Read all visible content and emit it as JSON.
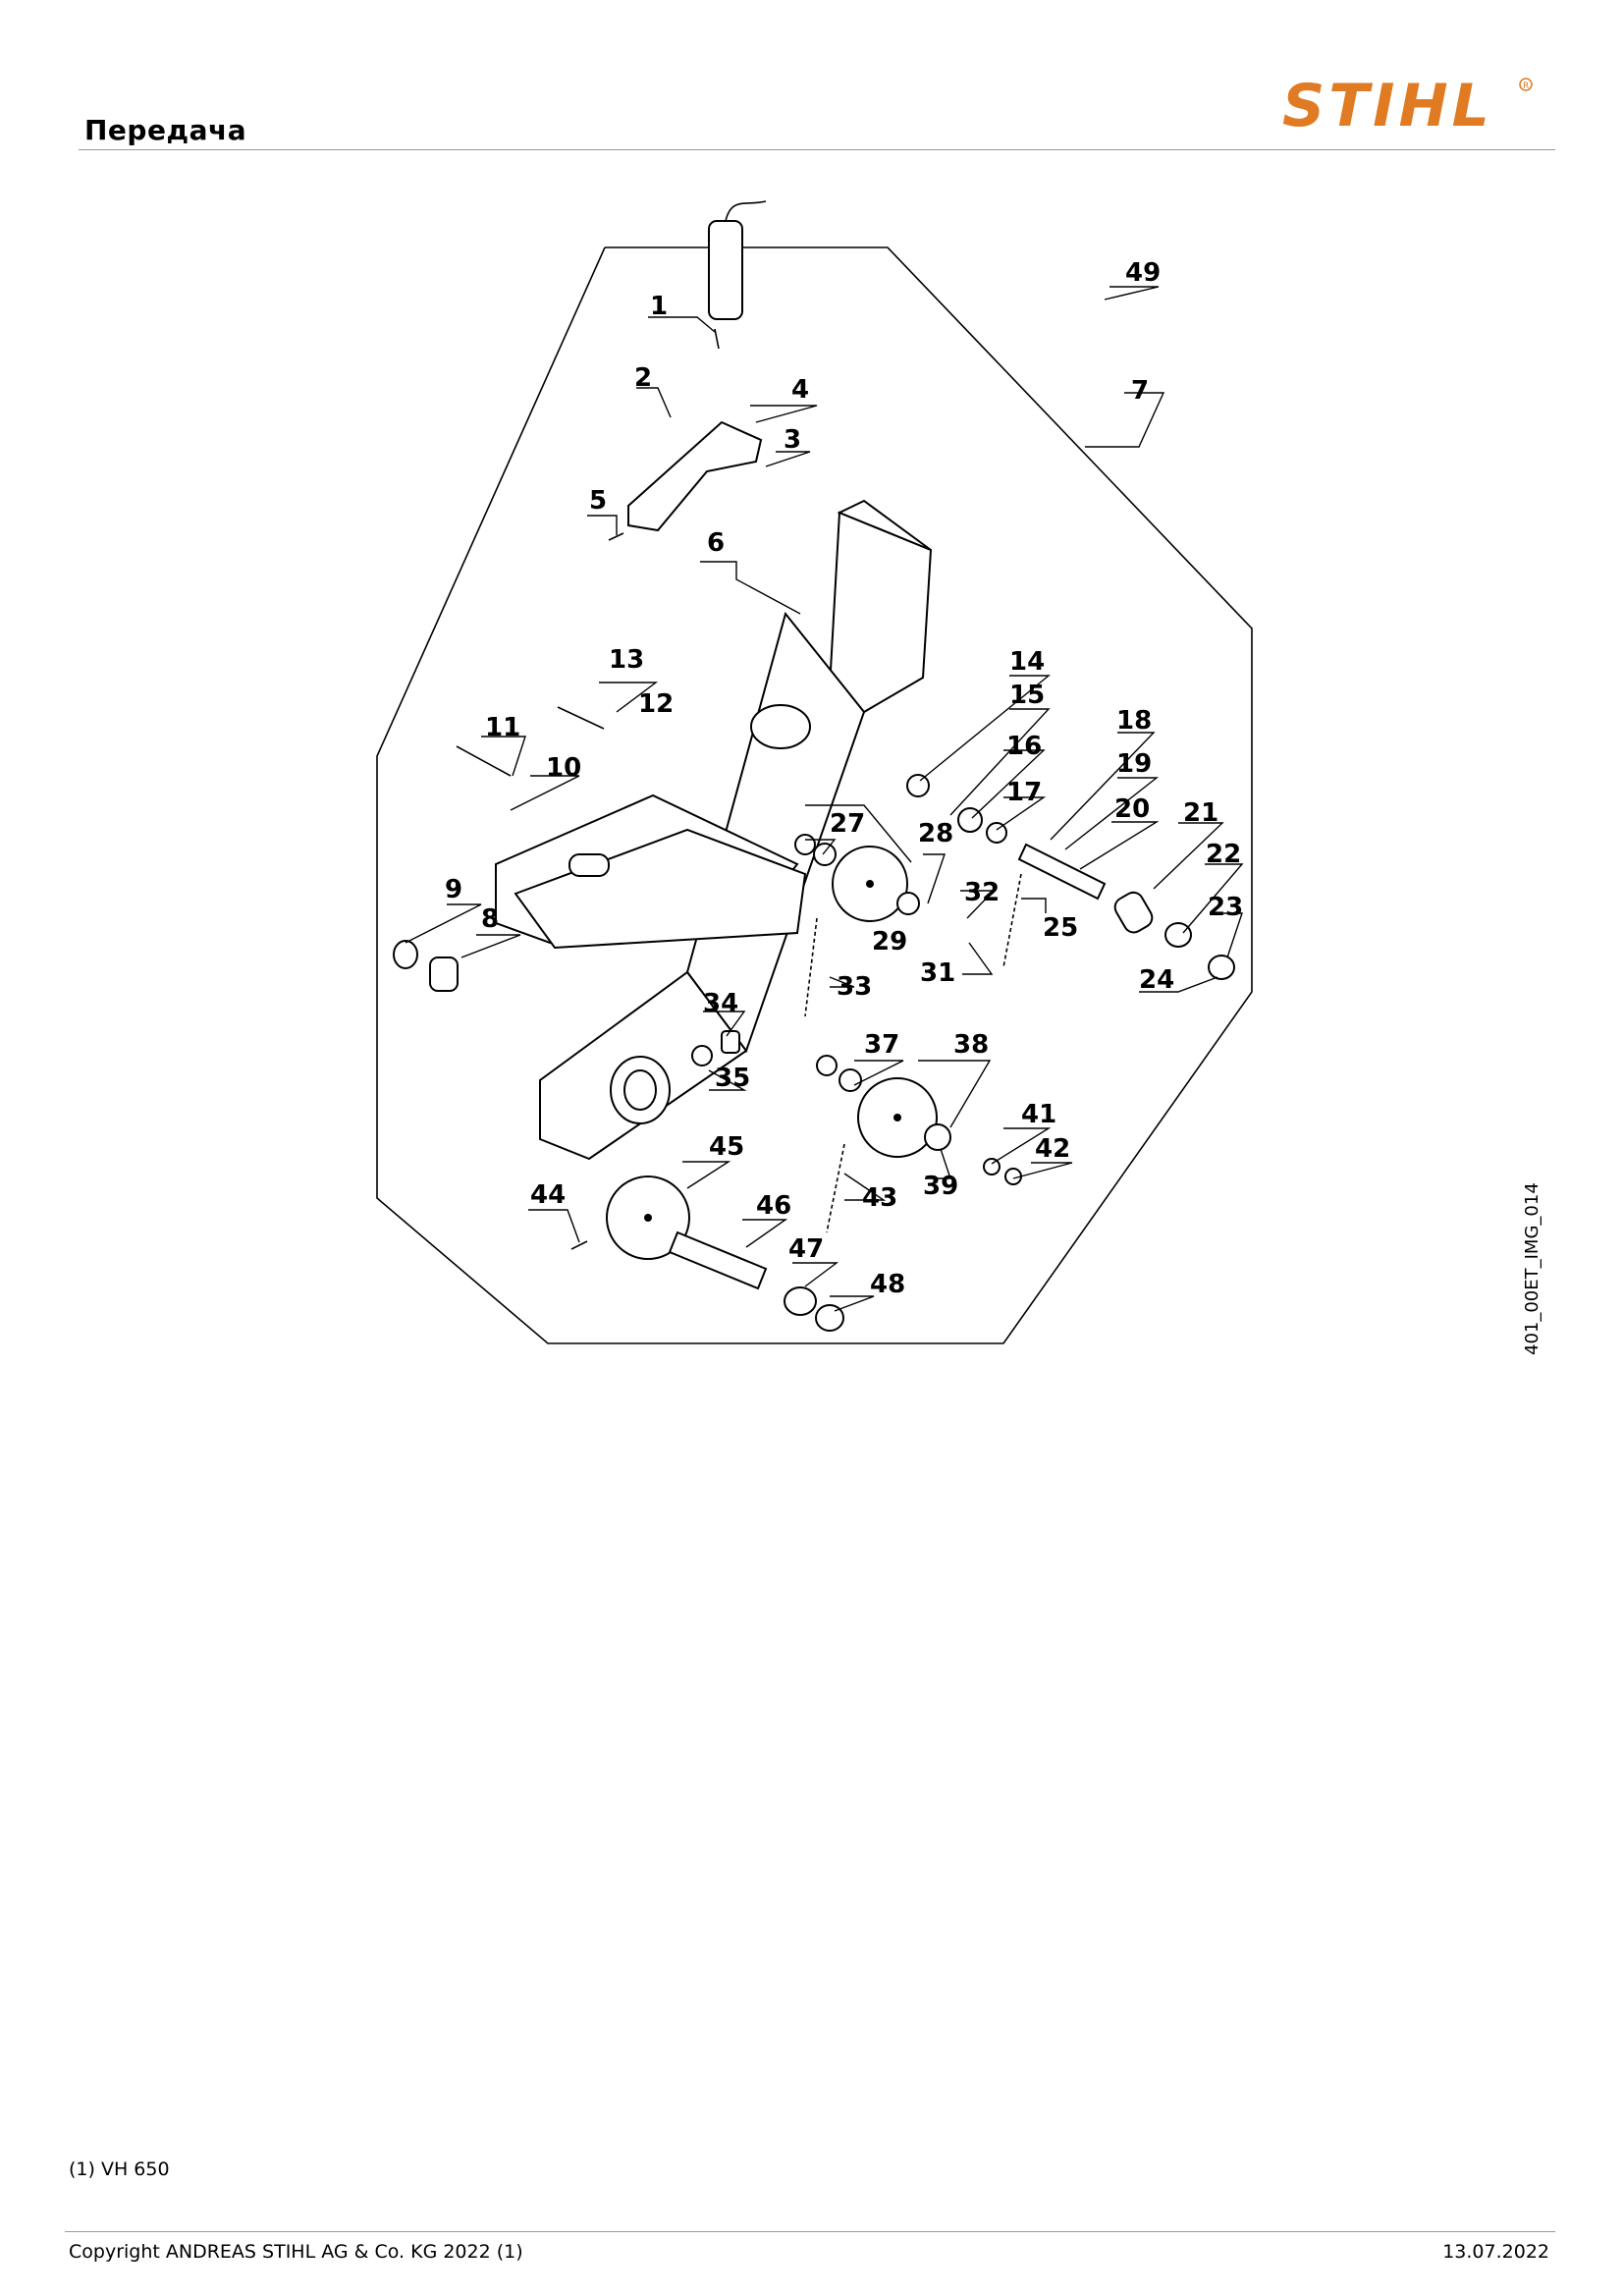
{
  "header": {
    "title": "Передача",
    "brand": "STIHL",
    "brand_color": "#e07a23"
  },
  "diagram": {
    "image_id_label": "401_00ET_IMG_014",
    "part_numbers": [
      "1",
      "2",
      "3",
      "4",
      "5",
      "6",
      "7",
      "8",
      "9",
      "10",
      "11",
      "12",
      "13",
      "14",
      "15",
      "16",
      "17",
      "18",
      "19",
      "20",
      "21",
      "22",
      "23",
      "24",
      "25",
      "27",
      "28",
      "29",
      "31",
      "32",
      "33",
      "34",
      "35",
      "37",
      "38",
      "39",
      "41",
      "42",
      "43",
      "44",
      "45",
      "46",
      "47",
      "48",
      "49"
    ]
  },
  "footnote": "(1) VH 650",
  "footer": {
    "copyright": "Copyright ANDREAS STIHL AG & Co. KG 2022 (1)",
    "date": "13.07.2022"
  }
}
